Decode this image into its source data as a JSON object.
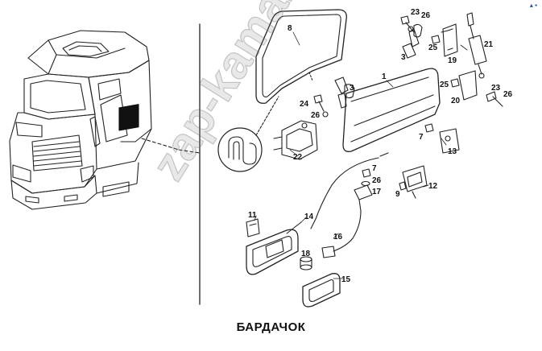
{
  "caption": "БАРДАЧОК",
  "watermark": "zap-kamaz.ru",
  "corner_mark": "▴ ▪",
  "part_labels": [
    {
      "id": "label-8",
      "text": "8"
    },
    {
      "id": "label-23a",
      "text": "23"
    },
    {
      "id": "label-26a",
      "text": "26"
    },
    {
      "id": "label-21",
      "text": "21"
    },
    {
      "id": "label-3a",
      "text": "3"
    },
    {
      "id": "label-25a",
      "text": "25"
    },
    {
      "id": "label-19",
      "text": "19"
    },
    {
      "id": "label-1",
      "text": "1"
    },
    {
      "id": "label-3b",
      "text": "3"
    },
    {
      "id": "label-24",
      "text": "24"
    },
    {
      "id": "label-26b",
      "text": "26"
    },
    {
      "id": "label-25b",
      "text": "25"
    },
    {
      "id": "label-20",
      "text": "20"
    },
    {
      "id": "label-23b",
      "text": "23"
    },
    {
      "id": "label-26c",
      "text": "26"
    },
    {
      "id": "label-22",
      "text": "22"
    },
    {
      "id": "label-7a",
      "text": "7"
    },
    {
      "id": "label-13",
      "text": "13"
    },
    {
      "id": "label-7b",
      "text": "7"
    },
    {
      "id": "label-26d",
      "text": "26"
    },
    {
      "id": "label-17",
      "text": "17"
    },
    {
      "id": "label-9",
      "text": "9"
    },
    {
      "id": "label-12",
      "text": "12"
    },
    {
      "id": "label-11",
      "text": "11"
    },
    {
      "id": "label-14",
      "text": "14"
    },
    {
      "id": "label-16",
      "text": "16"
    },
    {
      "id": "label-18",
      "text": "18"
    },
    {
      "id": "label-15",
      "text": "15"
    }
  ]
}
